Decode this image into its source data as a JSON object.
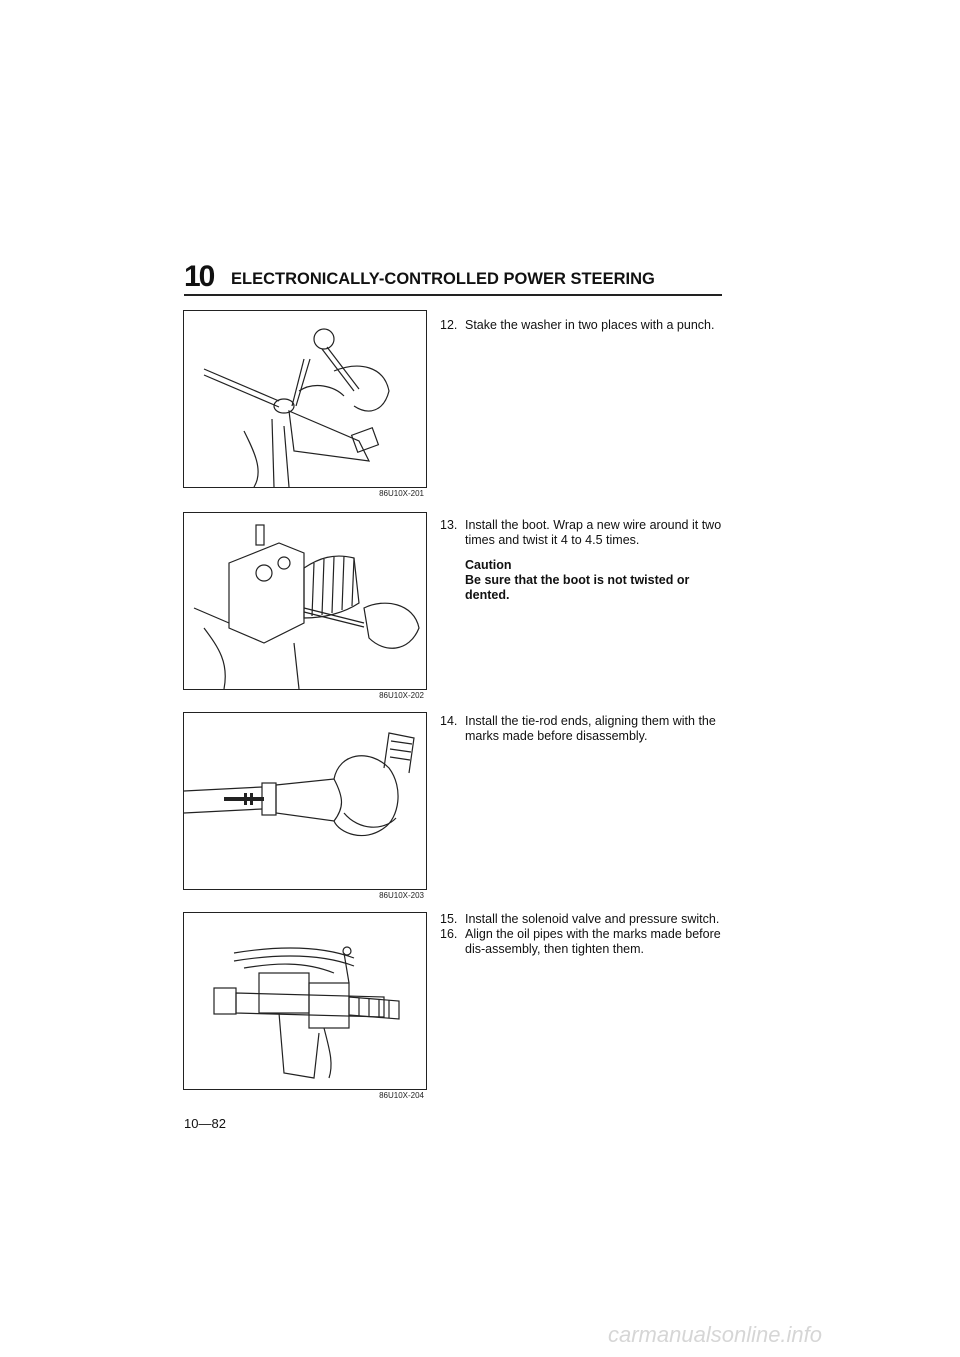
{
  "header": {
    "chapter_number": "10",
    "title": "ELECTRONICALLY-CONTROLLED POWER STEERING"
  },
  "figures": [
    {
      "code": "86U10X-201"
    },
    {
      "code": "86U10X-202"
    },
    {
      "code": "86U10X-203"
    },
    {
      "code": "86U10X-204"
    }
  ],
  "steps": [
    {
      "number": "12.",
      "text": "Stake the washer in two places with a punch."
    },
    {
      "number": "13.",
      "text": "Install the boot. Wrap a new wire around it two times and twist it 4 to 4.5 times."
    },
    {
      "number": "14.",
      "text": "Install the tie-rod ends, aligning them with the marks made before disassembly."
    },
    {
      "number": "15.",
      "text": "Install the solenoid valve and pressure switch."
    },
    {
      "number": "16.",
      "text": "Align the oil pipes with the marks made before dis-assembly, then tighten them."
    }
  ],
  "caution": {
    "heading": "Caution",
    "text": "Be sure that the boot is not twisted or dented."
  },
  "page_number": "10—82",
  "watermark": "carmanualsonline.info"
}
